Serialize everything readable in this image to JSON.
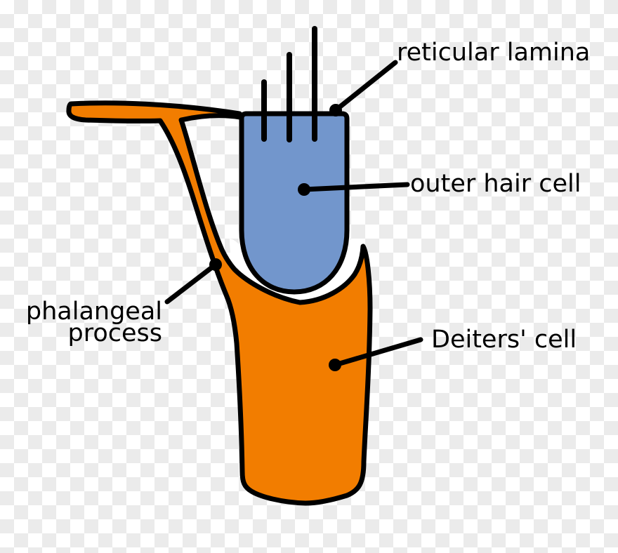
{
  "diagram": {
    "labels": {
      "reticular_lamina": "reticular lamina",
      "outer_hair_cell": "outer hair cell",
      "phalangeal_line1": "phalangeal",
      "phalangeal_line2": "process",
      "deiters_cell": "Deiters' cell"
    },
    "colors": {
      "outer_hair_cell_fill": "#7296cc",
      "deiters_cell_fill": "#f27d00",
      "gap_fill": "#ffffff",
      "outline": "#000000",
      "label_text": "#000000",
      "checker_light": "#ffffff",
      "checker_dark": "#ebebeb"
    },
    "parts": {
      "stereocilia_count": 3,
      "names": [
        "reticular lamina",
        "outer hair cell",
        "phalangeal process",
        "Deiters' cell"
      ]
    }
  }
}
